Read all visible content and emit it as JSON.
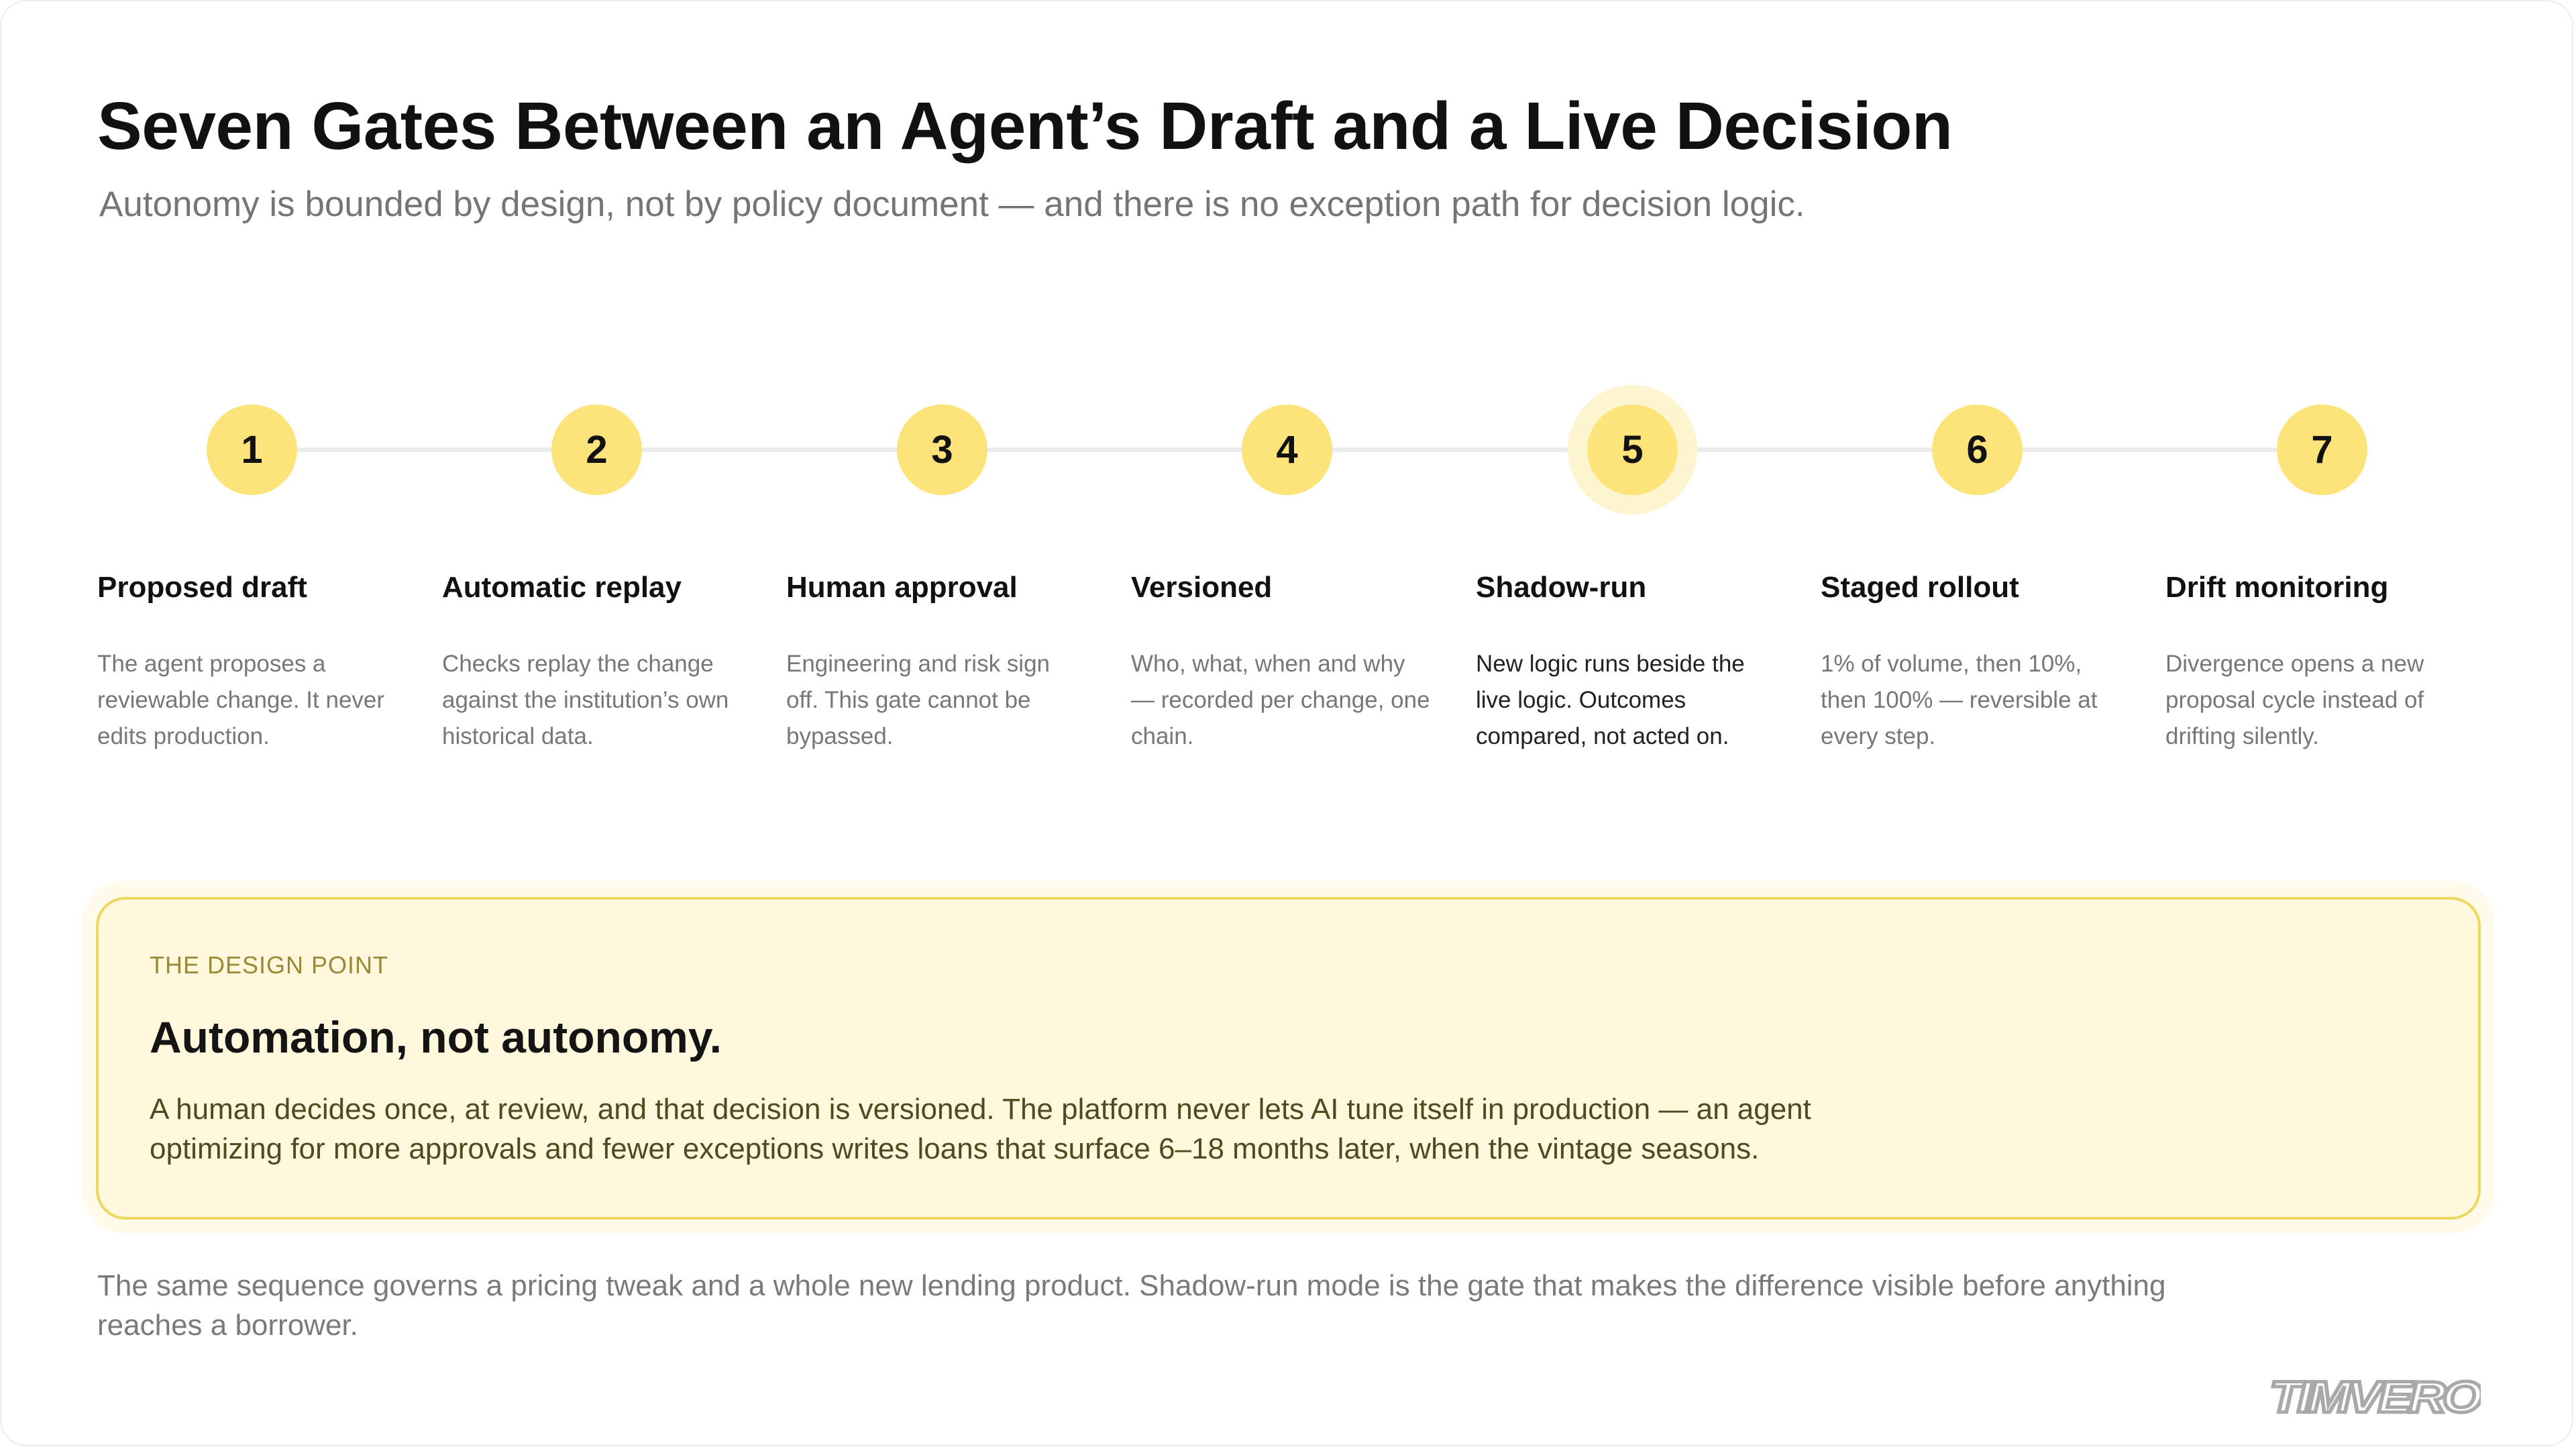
{
  "title": "Seven Gates Between an Agent’s Draft and a Live Decision",
  "subtitle": "Autonomy is bounded by design, not by policy document — and there is no exception path for decision logic.",
  "gates": [
    {
      "number": "1",
      "title": "Proposed draft",
      "description": "The agent proposes a reviewable change. It never edits production."
    },
    {
      "number": "2",
      "title": "Automatic replay",
      "description": "Checks replay the change against the institution’s own historical data."
    },
    {
      "number": "3",
      "title": "Human approval",
      "description": "Engineering and risk sign off. This gate cannot be bypassed."
    },
    {
      "number": "4",
      "title": "Versioned",
      "description": "Who, what, when and why — recorded per change, one chain."
    },
    {
      "number": "5",
      "title": "Shadow-run",
      "description": "New logic runs beside the live logic. Outcomes compared, not acted on.",
      "highlighted": true
    },
    {
      "number": "6",
      "title": "Staged rollout",
      "description": "1% of volume, then 10%, then 100% — reversible at every step."
    },
    {
      "number": "7",
      "title": "Drift monitoring",
      "description": "Divergence opens a new proposal cycle instead of drifting silently."
    }
  ],
  "callout": {
    "kicker": "THE DESIGN POINT",
    "title": "Automation, not autonomy.",
    "body": "A human decides once, at review, and that decision is versioned. The platform never lets AI tune itself in production — an agent optimizing for more approvals and fewer exceptions writes loans that surface 6–18 months later, when the vintage seasons."
  },
  "footer_note": "The same sequence governs a pricing tweak and a whole new lending product. Shadow-run mode is the gate that makes the difference visible before anything reaches a borrower.",
  "logo_text": "TIMVERO",
  "colors": {
    "accent": "#fde47a",
    "accent_halo": "#fdf5cf",
    "callout_bg": "#fff8dc",
    "callout_border": "#ecd85c",
    "text_primary": "#111111",
    "text_secondary": "#777777"
  }
}
